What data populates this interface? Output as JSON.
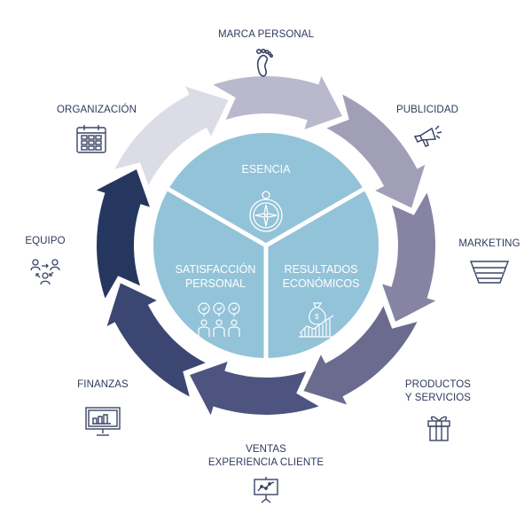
{
  "diagram": {
    "type": "cycle",
    "direction": "clockwise",
    "outer_steps": [
      {
        "id": "marca",
        "label": "MARCA PERSONAL",
        "icon": "footprint-icon",
        "color": "#b9b8cc"
      },
      {
        "id": "publicidad",
        "label": "PUBLICIDAD",
        "icon": "megaphone-icon",
        "color": "#a19fb8"
      },
      {
        "id": "marketing",
        "label": "MARKETING",
        "icon": "funnel-icon",
        "color": "#8683a3"
      },
      {
        "id": "productos",
        "label_lines": [
          "PRODUCTOS",
          "Y SERVICIOS"
        ],
        "icon": "gift-icon",
        "color": "#6b6b90"
      },
      {
        "id": "ventas",
        "label_lines": [
          "VENTAS",
          "EXPERIENCIA CLIENTE"
        ],
        "icon": "presentation-chart-icon",
        "color": "#4d5480"
      },
      {
        "id": "finanzas",
        "label": "FINANZAS",
        "icon": "monitor-chart-icon",
        "color": "#3b4772"
      },
      {
        "id": "equipo",
        "label": "EQUIPO",
        "icon": "team-icon",
        "color": "#26375f"
      },
      {
        "id": "organizacion",
        "label": "ORGANIZACIÓN",
        "icon": "calendar-icon",
        "color": "#dcdce7"
      }
    ],
    "core_segments": [
      {
        "id": "esencia",
        "label": "ESENCIA",
        "icon": "compass-icon"
      },
      {
        "id": "resultados",
        "label_lines": [
          "RESULTADOS",
          "ECONÓMICOS"
        ],
        "icon": "money-bag-growth-icon"
      },
      {
        "id": "satisfaccion",
        "label_lines": [
          "SATISFACCIÓN",
          "PERSONAL"
        ],
        "icon": "people-approval-icon"
      }
    ],
    "core_color": "#93c3d8",
    "text_color": "#2e3a5c"
  }
}
